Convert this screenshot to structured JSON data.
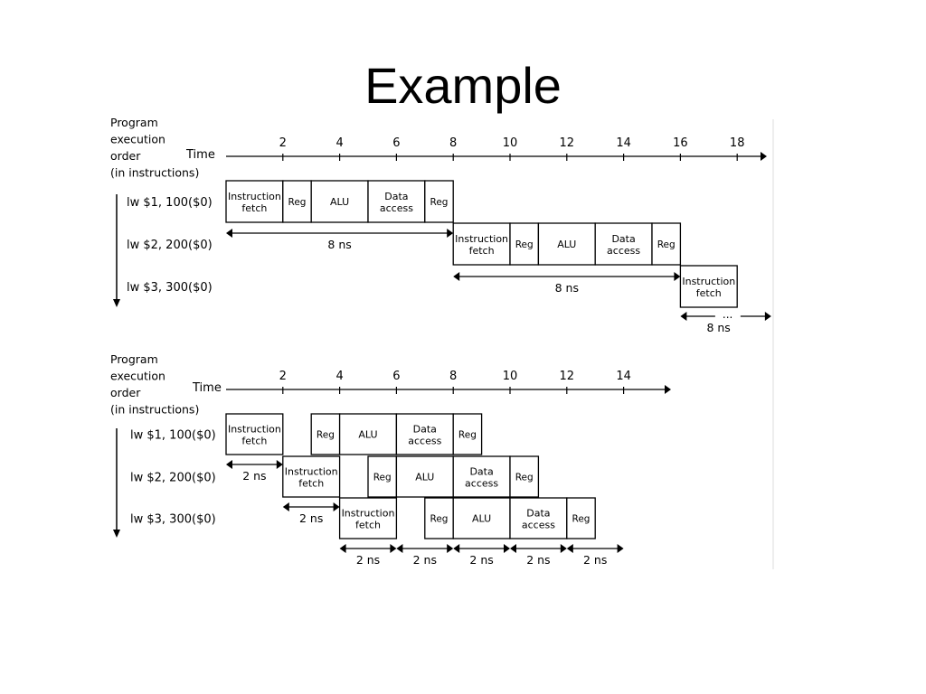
{
  "slide": {
    "title": "Example"
  },
  "diagrams": [
    {
      "id": "non-pipelined",
      "y_label_lines": [
        "Program",
        "execution",
        "order",
        "(in instructions)"
      ],
      "time_label": "Time",
      "ticks": [
        {
          "label": "2",
          "t": 2
        },
        {
          "label": "4",
          "t": 4
        },
        {
          "label": "6",
          "t": 6
        },
        {
          "label": "8",
          "t": 8
        },
        {
          "label": "10",
          "t": 10
        },
        {
          "label": "12",
          "t": 12
        },
        {
          "label": "14",
          "t": 14
        },
        {
          "label": "16",
          "t": 16
        },
        {
          "label": "18",
          "t": 18
        }
      ],
      "instructions": [
        {
          "label": "lw $1, 100($0)",
          "stages": [
            {
              "name": "Instruction fetch",
              "start": 0,
              "dur": 2
            },
            {
              "name": "Reg",
              "start": 2,
              "dur": 1
            },
            {
              "name": "ALU",
              "start": 3,
              "dur": 2
            },
            {
              "name": "Data access",
              "start": 5,
              "dur": 2
            },
            {
              "name": "Reg",
              "start": 7,
              "dur": 1
            }
          ]
        },
        {
          "label": "lw $2, 200($0)",
          "stages": [
            {
              "name": "Instruction fetch",
              "start": 8,
              "dur": 2
            },
            {
              "name": "Reg",
              "start": 10,
              "dur": 1
            },
            {
              "name": "ALU",
              "start": 11,
              "dur": 2
            },
            {
              "name": "Data access",
              "start": 13,
              "dur": 2
            },
            {
              "name": "Reg",
              "start": 15,
              "dur": 1
            }
          ]
        },
        {
          "label": "lw $3, 300($0)",
          "stages": [
            {
              "name": "Instruction fetch",
              "start": 16,
              "dur": 2
            }
          ]
        }
      ],
      "intervals": [
        {
          "label": "8 ns",
          "start": 0,
          "end": 8
        },
        {
          "label": "8 ns",
          "start": 8,
          "end": 16
        },
        {
          "label": "8 ns",
          "start": 16,
          "end": 19.2,
          "dots": "..."
        }
      ]
    },
    {
      "id": "pipelined",
      "y_label_lines": [
        "Program",
        "execution",
        "order",
        "(in instructions)"
      ],
      "time_label": "Time",
      "ticks": [
        {
          "label": "2",
          "t": 2
        },
        {
          "label": "4",
          "t": 4
        },
        {
          "label": "6",
          "t": 6
        },
        {
          "label": "8",
          "t": 8
        },
        {
          "label": "10",
          "t": 10
        },
        {
          "label": "12",
          "t": 12
        },
        {
          "label": "14",
          "t": 14
        }
      ],
      "instructions": [
        {
          "label": "lw $1, 100($0)",
          "stages": [
            {
              "name": "Instruction fetch",
              "start": 0,
              "dur": 2
            },
            {
              "name": "Reg",
              "start": 3,
              "dur": 1
            },
            {
              "name": "ALU",
              "start": 4,
              "dur": 2
            },
            {
              "name": "Data access",
              "start": 6,
              "dur": 2
            },
            {
              "name": "Reg",
              "start": 8,
              "dur": 1
            }
          ]
        },
        {
          "label": "lw $2, 200($0)",
          "stages": [
            {
              "name": "Instruction fetch",
              "start": 2,
              "dur": 2
            },
            {
              "name": "Reg",
              "start": 5,
              "dur": 1
            },
            {
              "name": "ALU",
              "start": 6,
              "dur": 2
            },
            {
              "name": "Data access",
              "start": 8,
              "dur": 2
            },
            {
              "name": "Reg",
              "start": 10,
              "dur": 1
            }
          ]
        },
        {
          "label": "lw $3, 300($0)",
          "stages": [
            {
              "name": "Instruction fetch",
              "start": 4,
              "dur": 2
            },
            {
              "name": "Reg",
              "start": 7,
              "dur": 1
            },
            {
              "name": "ALU",
              "start": 8,
              "dur": 2
            },
            {
              "name": "Data access",
              "start": 10,
              "dur": 2
            },
            {
              "name": "Reg",
              "start": 12,
              "dur": 1
            }
          ]
        }
      ],
      "intervals": [
        {
          "label": "2 ns",
          "start": 0,
          "end": 2,
          "row": 0
        },
        {
          "label": "2 ns",
          "start": 2,
          "end": 4,
          "row": 1
        },
        {
          "label": "2 ns",
          "start": 4,
          "end": 6,
          "row": 2
        },
        {
          "label": "2 ns",
          "start": 6,
          "end": 8,
          "row": 2
        },
        {
          "label": "2 ns",
          "start": 8,
          "end": 10,
          "row": 2
        },
        {
          "label": "2 ns",
          "start": 10,
          "end": 12,
          "row": 2
        },
        {
          "label": "2 ns",
          "start": 12,
          "end": 14,
          "row": 2
        }
      ]
    }
  ]
}
